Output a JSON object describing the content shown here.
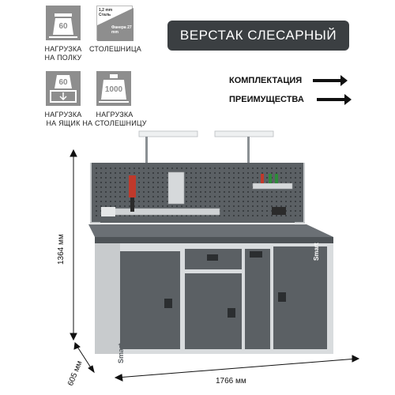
{
  "specs": {
    "shelf_load": {
      "value": "60",
      "label_line1": "НАГРУЗКА",
      "label_line2": "НА ПОЛКУ"
    },
    "worktop": {
      "steel": "1,2 mm Сталь",
      "plywood": "Фанера 27 mm",
      "label": "СТОЛЕШНИЦА"
    },
    "drawer_load": {
      "value": "60",
      "label_line1": "НАГРУЗКА",
      "label_line2": "НА ЯЩИК"
    },
    "top_load": {
      "value": "1000",
      "label_line1": "НАГРУЗКА",
      "label_line2": "НА СТОЛЕШНИЦУ"
    }
  },
  "title": "ВЕРСТАК СЛЕСАРНЫЙ",
  "links": {
    "kit": "КОМПЛЕКТАЦИЯ",
    "advantages": "ПРЕИМУЩЕСТВА"
  },
  "dimensions": {
    "height": "1364 мм",
    "depth": "605 мм",
    "width": "1766 мм"
  },
  "brand": "Smart",
  "colors": {
    "body": "#5b6064",
    "frame": "#d9dcde",
    "icon": "#8e8e8e",
    "title_bg": "#3b3f42"
  }
}
